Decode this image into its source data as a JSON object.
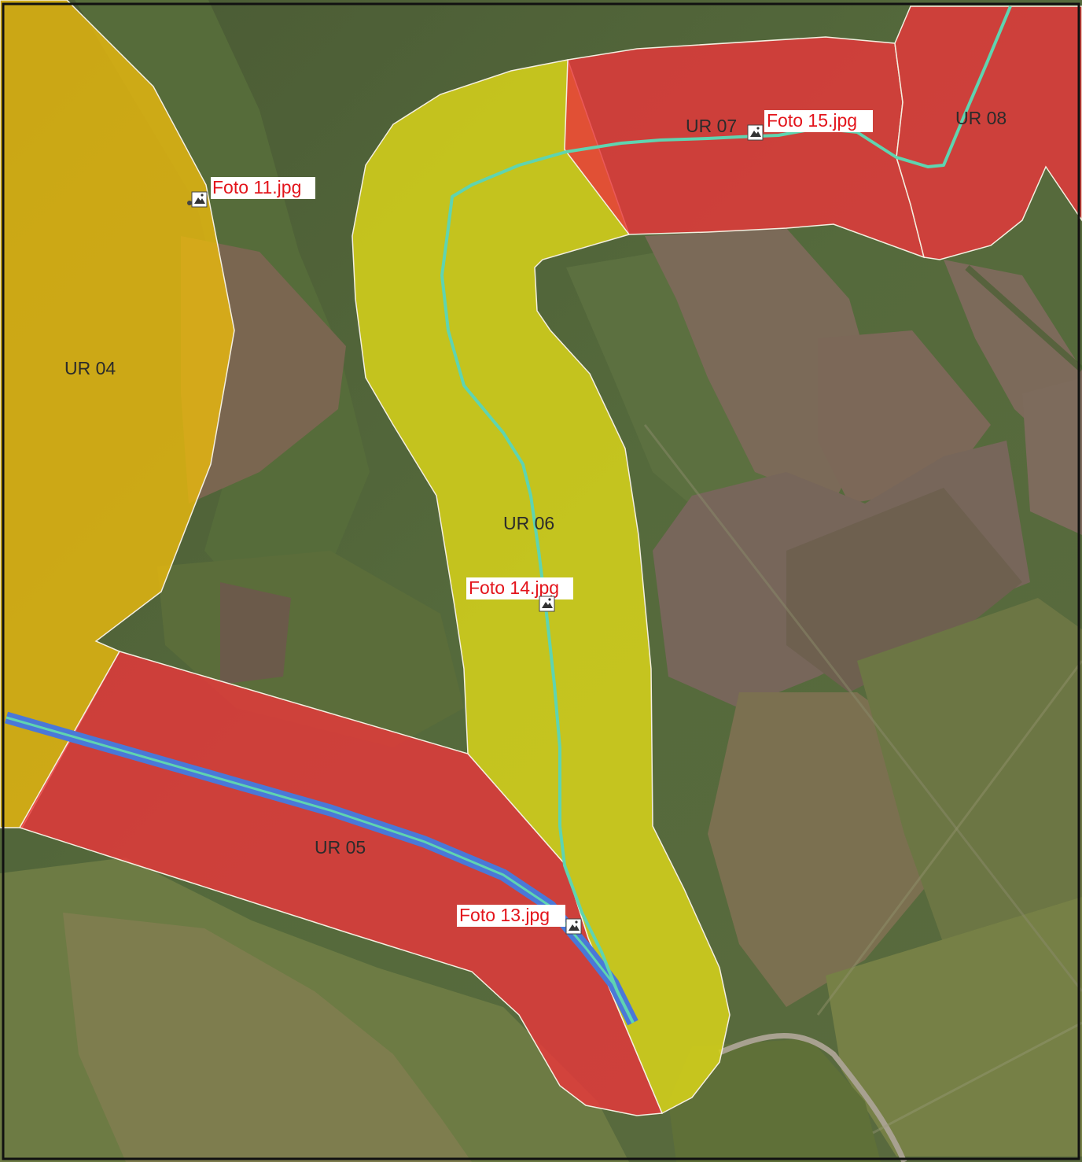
{
  "colors": {
    "ur04": "#e8b80f",
    "ur05": "#e8373a",
    "ur06": "#d8d41a",
    "ur07": "#e8373a",
    "ur08": "#e8373a",
    "track_teal": "#5fd4b0",
    "route_blue": "#4a78d8",
    "photo_label": "#e3141b",
    "zone_label": "#2b2b2b",
    "zone_outline": "#f4efe0"
  },
  "zones": [
    {
      "id": "ur04",
      "label": "UR 04"
    },
    {
      "id": "ur05",
      "label": "UR 05"
    },
    {
      "id": "ur06",
      "label": "UR 06"
    },
    {
      "id": "ur07",
      "label": "UR 07"
    },
    {
      "id": "ur08",
      "label": "UR 08"
    }
  ],
  "photos": [
    {
      "label": "Foto 11.jpg",
      "icon": "photo-marker-icon"
    },
    {
      "label": "Foto 15.jpg",
      "icon": "photo-marker-icon"
    },
    {
      "label": "Foto 14.jpg",
      "icon": "photo-marker-icon"
    },
    {
      "label": "Foto 13.jpg",
      "icon": "photo-marker-icon"
    }
  ]
}
